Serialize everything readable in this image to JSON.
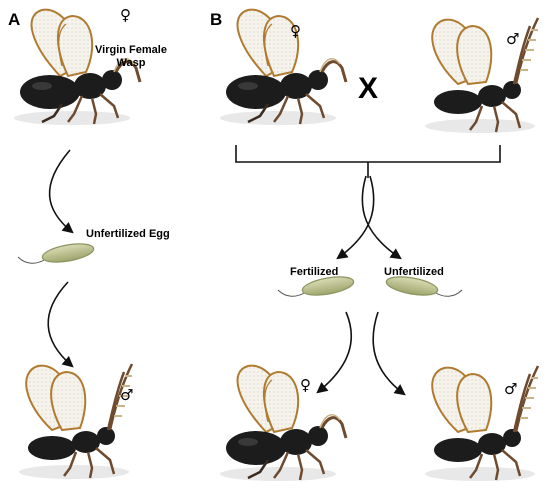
{
  "panel_a": {
    "letter": "A",
    "parent_symbol": "♀",
    "parent_label_line1": "Virgin Female",
    "parent_label_line2": "Wasp",
    "egg_label": "Unfertilized Egg",
    "offspring_symbol": "♂"
  },
  "panel_b": {
    "letter": "B",
    "female_symbol": "♀",
    "cross_symbol": "X",
    "male_symbol": "♂",
    "fertilized_label": "Fertilized",
    "unfertilized_label": "Unfertilized",
    "female_offspring_symbol": "♀",
    "male_offspring_symbol": "♂"
  },
  "colors": {
    "wing_vein": "#b07a30",
    "wing_fill": "#f3f1ea",
    "body": "#1c1c1c",
    "leg": "#6e4a2e",
    "antenna_light": "#c9b48a",
    "egg_fill": "#b9c08a",
    "egg_edge": "#8c9460",
    "arrow": "#111111"
  }
}
